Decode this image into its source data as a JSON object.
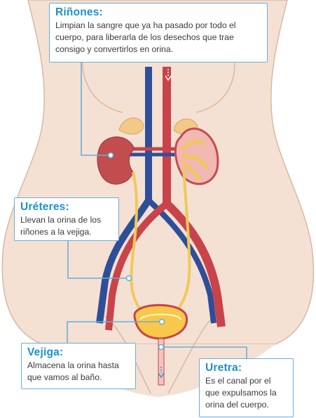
{
  "labels": {
    "rinones": {
      "title": "Riñones:",
      "text": "Limpian la sangre que ya ha pasado por todo el cuerpo, para liberarla de los desechos que trae consigo y convertirlos en orina."
    },
    "ureteres": {
      "title": "Uréteres:",
      "text": "Llevan la orina de los riñones a la vejiga."
    },
    "vejiga": {
      "title": "Vejiga:",
      "text": "Almacena la orina hasta que vamos al baño."
    },
    "uretra": {
      "title": "Uretra:",
      "text": "Es el canal por el que expulsamos la orina del cuerpo."
    }
  },
  "colors": {
    "skin": "#f4e1d4",
    "skin_outline": "#d9b8a3",
    "artery": "#c8434a",
    "vein": "#2e4f98",
    "ureter": "#f0c95a",
    "kidney": "#c24d4f",
    "bladder": "#f7c84a",
    "callout_border": "#6aaed6",
    "title": "#1f8fd0"
  },
  "icons": [
    "flow-arrow-down-icon",
    "flow-arrow-down-icon"
  ]
}
